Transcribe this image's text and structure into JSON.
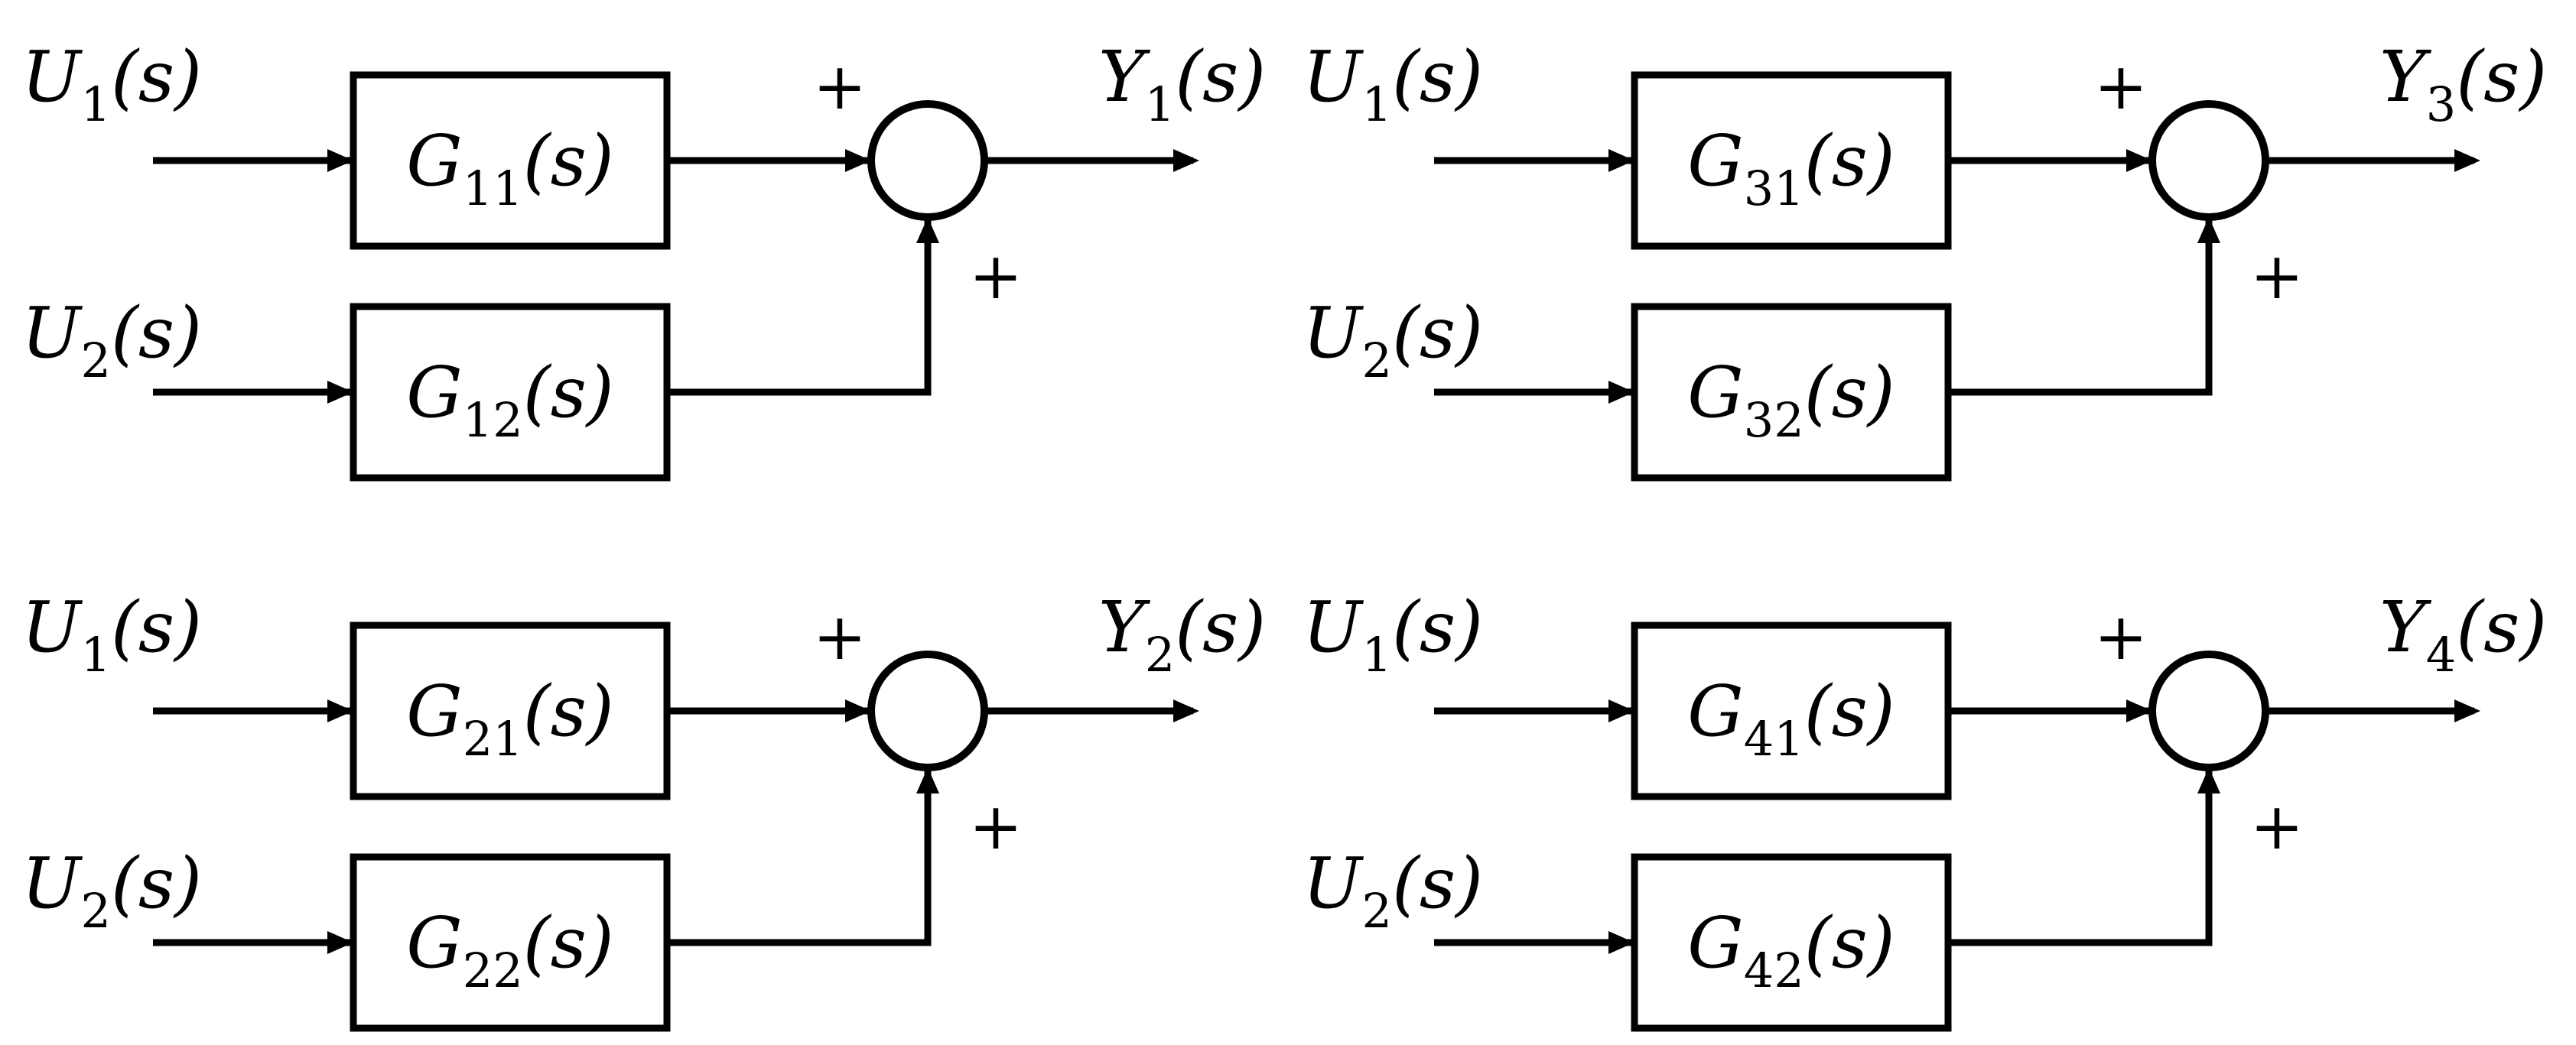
{
  "diagrams": [
    {
      "inputs": [
        {
          "var": "U",
          "sub": "1",
          "arg": "(s)"
        },
        {
          "var": "U",
          "sub": "2",
          "arg": "(s)"
        }
      ],
      "blocks": [
        {
          "var": "G",
          "sub": "11",
          "arg": "(s)"
        },
        {
          "var": "G",
          "sub": "12",
          "arg": "(s)"
        }
      ],
      "signs": [
        "+",
        "+"
      ],
      "output": {
        "var": "Y",
        "sub": "1",
        "arg": "(s)"
      }
    },
    {
      "inputs": [
        {
          "var": "U",
          "sub": "1",
          "arg": "(s)"
        },
        {
          "var": "U",
          "sub": "2",
          "arg": "(s)"
        }
      ],
      "blocks": [
        {
          "var": "G",
          "sub": "31",
          "arg": "(s)"
        },
        {
          "var": "G",
          "sub": "32",
          "arg": "(s)"
        }
      ],
      "signs": [
        "+",
        "+"
      ],
      "output": {
        "var": "Y",
        "sub": "3",
        "arg": "(s)"
      }
    },
    {
      "inputs": [
        {
          "var": "U",
          "sub": "1",
          "arg": "(s)"
        },
        {
          "var": "U",
          "sub": "2",
          "arg": "(s)"
        }
      ],
      "blocks": [
        {
          "var": "G",
          "sub": "21",
          "arg": "(s)"
        },
        {
          "var": "G",
          "sub": "22",
          "arg": "(s)"
        }
      ],
      "signs": [
        "+",
        "+"
      ],
      "output": {
        "var": "Y",
        "sub": "2",
        "arg": "(s)"
      }
    },
    {
      "inputs": [
        {
          "var": "U",
          "sub": "1",
          "arg": "(s)"
        },
        {
          "var": "U",
          "sub": "2",
          "arg": "(s)"
        }
      ],
      "blocks": [
        {
          "var": "G",
          "sub": "41",
          "arg": "(s)"
        },
        {
          "var": "G",
          "sub": "42",
          "arg": "(s)"
        }
      ],
      "signs": [
        "+",
        "+"
      ],
      "output": {
        "var": "Y",
        "sub": "4",
        "arg": "(s)"
      }
    }
  ]
}
